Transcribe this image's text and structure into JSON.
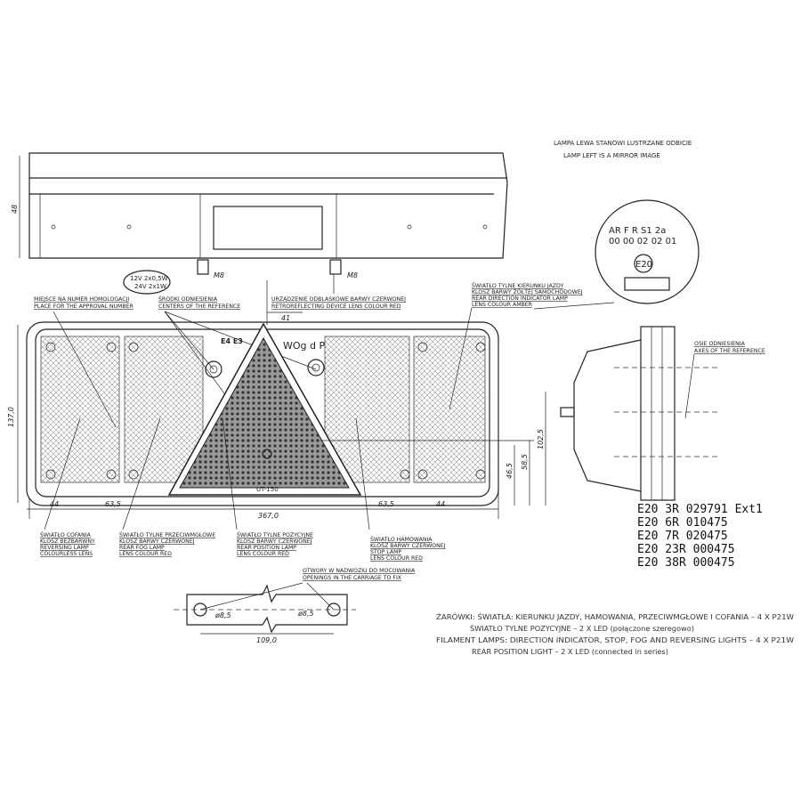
{
  "header_note": {
    "line1": "LAMPA LEWA STANOWI LUSTRZANE ODBICIE",
    "line2": "LAMP LEFT IS A MIRROR IMAGE"
  },
  "approval_mark": {
    "codes_top": "AR F R S1 2a",
    "codes_bottom": "00 00 02 02 01",
    "emark": "E20"
  },
  "top_view": {
    "height_dim": "48",
    "stud_left": "M8",
    "stud_right": "M8"
  },
  "bulb_badge": {
    "line1": "12V 2x0,5W",
    "line2": "24V 2x1W"
  },
  "callouts": {
    "approval_place": [
      "MIEJSCE NA NUMER HOMOLOGACJI",
      "PLACE FOR THE APPROVAL NUMBER"
    ],
    "reference_centers": [
      "ŚRODKI ODNIESIENIA",
      "CENTERS OF THE REFERENCE"
    ],
    "retroreflector": [
      "URZĄDZENIE ODBLASKOWE BARWY CZERWONEJ",
      "RETROREFLECTING DEVICE LENS COLOUR RED"
    ],
    "direction_indicator": [
      "ŚWIATŁO TYLNE KIERUNKU JAZDY",
      "KLOSZ BARWY ŻÓŁTEJ SAMOCHODOWEJ",
      "REAR DIRECTION INDICATOR LAMP",
      "LENS COLOUR AMBER"
    ],
    "reference_axes": [
      "OSIE ODNIESIENIA",
      "AXES OF THE REFERENCE"
    ],
    "reversing": [
      "ŚWIATŁO COFANIA",
      "KLOSZ BEZBARWNY",
      "REVERSING LAMP",
      "COLOURLESS LENS"
    ],
    "fog": [
      "ŚWIATŁO TYLNE PRZECIWMGŁOWE",
      "KLOSZ BARWY CZERWONEJ",
      "REAR FOG LAMP",
      "LENS COLOUR RED"
    ],
    "position": [
      "ŚWIATŁO TYLNE POZYCYJNE",
      "KLOSZ BARWY CZERWONEJ",
      "REAR POSITION LAMP",
      "LENS COLOUR RED"
    ],
    "stop": [
      "ŚWIATŁO HAMOWANIA",
      "KLOSZ BARWY CZERWONEJ",
      "STOP LAMP",
      "LENS COLOUR RED"
    ],
    "openings": [
      "OTWORY W NADWOZIU DO MOCOWANIA",
      "OPENINGS IN THE CARRIAGE TO FIX"
    ]
  },
  "front_view": {
    "label_wogd": "WOg d P",
    "label_code": "E4 E3",
    "label_ut": "UT-150",
    "dims": {
      "height": "137,0",
      "width": "367,0",
      "left_44": "44",
      "left_63": "63,5",
      "right_63": "63,5",
      "right_44": "44",
      "v46": "46,5",
      "v58": "58,5",
      "v102": "102,5",
      "top41": "41"
    }
  },
  "mounting": {
    "dia_left": "ø8,5",
    "dia_right": "ø8,5",
    "spacing": "109,0"
  },
  "approval_numbers": [
    "E20   3R 029791 Ext1",
    "E20   6R 010475",
    "E20   7R 020475",
    "E20  23R 000475",
    "E20  38R 000475"
  ],
  "bulbs_note": {
    "line1": "ŻARÓWKI: ŚWIATŁA: KIERUNKU JAZDY, HAMOWANIA, PRZECIWMGŁOWE I COFANIA  –  4 X P21W",
    "line2": "ŚWIATŁO TYLNE POZYCYJNE  –  2 X LED (połączone szeregowo)",
    "line3": "FILAMENT LAMPS: DIRECTION INDICATOR, STOP,  FOG AND REVERSING LIGHTS  –  4 X P21W",
    "line4": "REAR POSITION LIGHT  –   2 X LED (connected in series)"
  }
}
